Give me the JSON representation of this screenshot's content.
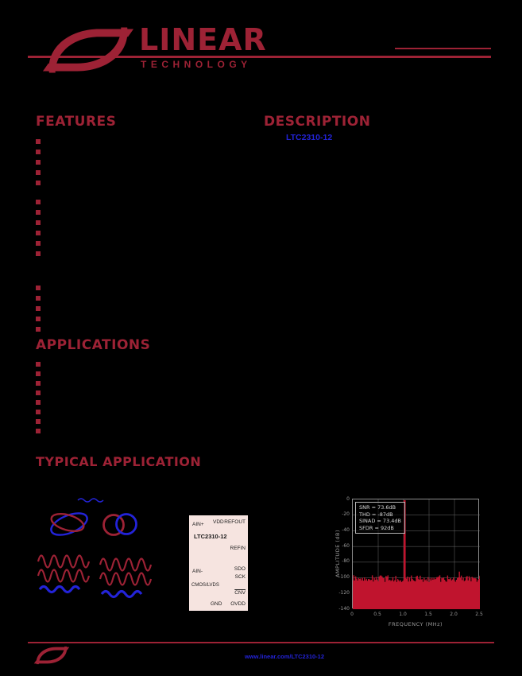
{
  "theme": {
    "brand_red": "#9D2235",
    "chart_red": "#C0142E",
    "link_blue": "#2323D8",
    "chip_bg": "#F6E4E0",
    "chip_text": "#1A1A1A",
    "axis_gray": "#9A9A9A",
    "page_bg": "#000000"
  },
  "header": {
    "logo_word": "LINEAR",
    "logo_sub": "TECHNOLOGY"
  },
  "features": {
    "heading": "FEATURES",
    "groups": [
      5,
      6,
      5
    ]
  },
  "description": {
    "heading": "DESCRIPTION",
    "part_link": "LTC2310-12"
  },
  "applications": {
    "heading": "APPLICATIONS",
    "count": 8
  },
  "typical_application": {
    "heading": "TYPICAL APPLICATION"
  },
  "chip": {
    "name": "LTC2310-12",
    "pins": {
      "ain_plus": "AIN+",
      "vdd": "VDD",
      "refout": "REFOUT",
      "refin": "REFIN",
      "ain_minus": "AIN-",
      "sdo": "SDO",
      "sck": "SCK",
      "cmos_lvds": "CMOS/LVDS",
      "cnv": "CNV",
      "gnd": "GND",
      "ovdd": "OVDD"
    }
  },
  "chart_data": {
    "type": "area",
    "subtype": "fft-spectrum",
    "title": "",
    "xlabel": "FREQUENCY (MHz)",
    "ylabel": "AMPLITUDE (dB)",
    "xlim": [
      0,
      2.5
    ],
    "ylim": [
      -140,
      0
    ],
    "x_ticks": [
      "0",
      "0.5",
      "1.0",
      "1.5",
      "2.0",
      "2.5"
    ],
    "y_ticks": [
      "0",
      "-20",
      "-40",
      "-60",
      "-80",
      "-100",
      "-120",
      "-140"
    ],
    "grid": true,
    "legend": "none",
    "annotations": [
      "SNR = 73.6dB",
      "THD = -87dB",
      "SINAD = 73.4dB",
      "SFDR = 92dB"
    ],
    "noise_floor_db": -101,
    "fundamental": {
      "x": 1.02,
      "db": -1
    },
    "spurs": [
      {
        "x": 0.35,
        "db": -103
      },
      {
        "x": 0.55,
        "db": -97
      },
      {
        "x": 1.6,
        "db": -100
      },
      {
        "x": 2.1,
        "db": -92
      }
    ],
    "bins": 130
  },
  "footer": {
    "link": "www.linear.com/LTC2310-12"
  }
}
